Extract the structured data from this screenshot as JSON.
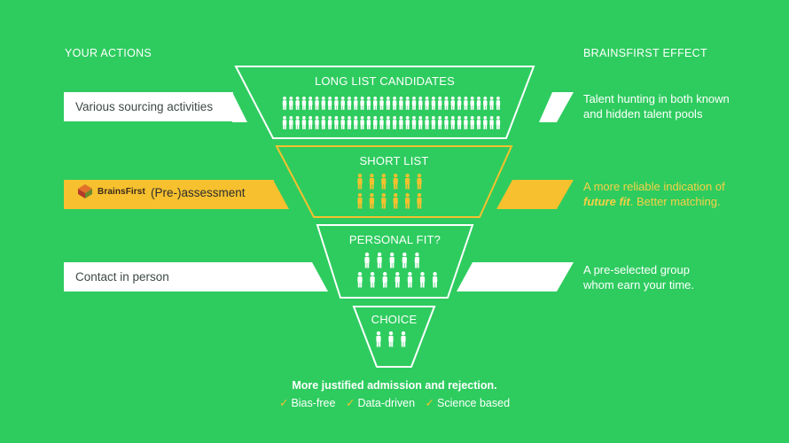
{
  "headers": {
    "left": "YOUR ACTIONS",
    "right": "BRAINSFIRST EFFECT"
  },
  "funnel": {
    "levels": [
      {
        "label": "LONG LIST CANDIDATES",
        "people_count": 68,
        "color": "#ffffff"
      },
      {
        "label": "SHORT LIST",
        "people_count": 12,
        "color": "#f6c02e"
      },
      {
        "label": "PERSONAL FIT?",
        "people_count": 12,
        "color": "#ffffff"
      },
      {
        "label": "CHOICE",
        "people_count": 3,
        "color": "#ffffff"
      }
    ]
  },
  "actions": [
    {
      "text": "Various sourcing activities",
      "highlight": false
    },
    {
      "text": "(Pre-)assessment",
      "highlight": true,
      "logo": "BrainsFirst"
    },
    {
      "text": "Contact in person",
      "highlight": false
    }
  ],
  "effects": [
    {
      "line1": "Talent hunting in both known",
      "line2": "and hidden talent pools",
      "highlight": false
    },
    {
      "line1": "A more reliable indication of",
      "line2_em": "future fit",
      "line2_rest": ". Better matching.",
      "highlight": true
    },
    {
      "line1": "A pre-selected group",
      "line2": "whom earn your time.",
      "highlight": false
    }
  ],
  "bottom": {
    "title": "More justified admission and rejection.",
    "checks": [
      "Bias-free",
      "Data-driven",
      "Science based"
    ],
    "check_icon": "checkmark-icon"
  },
  "colors": {
    "background": "#2ecc5f",
    "accent": "#f6c02e",
    "white": "#ffffff"
  }
}
